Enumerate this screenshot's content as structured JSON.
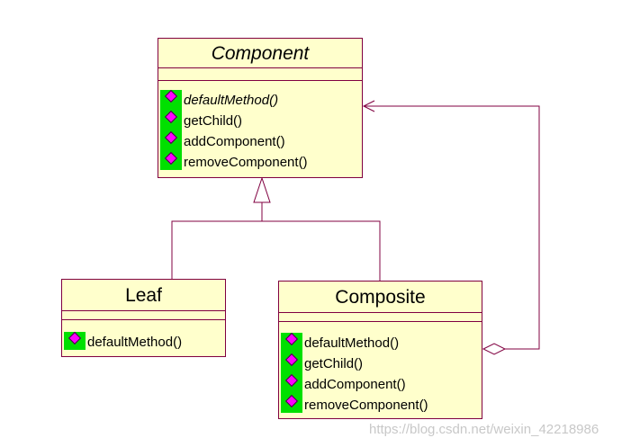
{
  "diagram": {
    "classes": {
      "component": {
        "name": "Component",
        "operations": [
          {
            "label": "defaultMethod()",
            "abstract": true
          },
          {
            "label": "getChild()",
            "abstract": false
          },
          {
            "label": "addComponent()",
            "abstract": false
          },
          {
            "label": "removeComponent()",
            "abstract": false
          }
        ]
      },
      "leaf": {
        "name": "Leaf",
        "operations": [
          {
            "label": "defaultMethod()",
            "abstract": false
          }
        ]
      },
      "composite": {
        "name": "Composite",
        "operations": [
          {
            "label": "defaultMethod()",
            "abstract": false
          },
          {
            "label": "getChild()",
            "abstract": false
          },
          {
            "label": "addComponent()",
            "abstract": false
          },
          {
            "label": "removeComponent()",
            "abstract": false
          }
        ]
      }
    },
    "relationships": [
      {
        "type": "generalization",
        "from": "Leaf",
        "to": "Component"
      },
      {
        "type": "generalization",
        "from": "Composite",
        "to": "Component"
      },
      {
        "type": "aggregation",
        "from": "Composite",
        "to": "Component"
      }
    ],
    "colors": {
      "class_fill": "#ffffcc",
      "class_border": "#800040",
      "line": "#800040",
      "operation_icon_bg": "#00e000",
      "operation_icon_diamond": "#ff00ff",
      "watermark": "#c8c8c8"
    }
  },
  "watermark": "https://blog.csdn.net/weixin_42218986"
}
